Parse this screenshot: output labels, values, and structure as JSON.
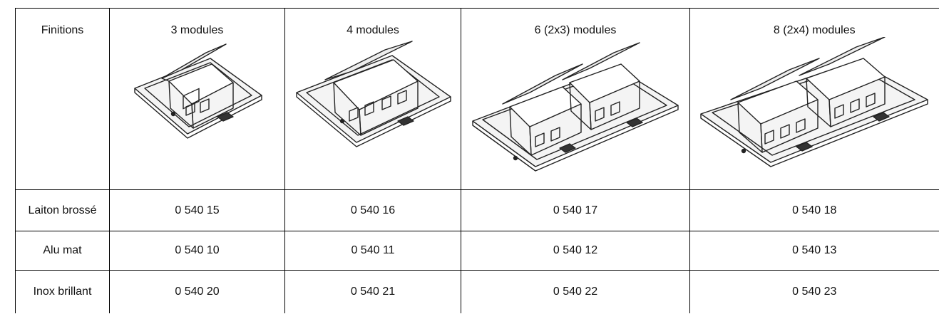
{
  "table": {
    "corner_label": "Finitions",
    "columns": [
      "3 modules",
      "4 modules",
      "6 (2x3) modules",
      "8 (2x4) modules"
    ],
    "product_images": [
      "pop-up-box-3-modules-icon",
      "pop-up-box-4-modules-icon",
      "pop-up-box-6-modules-icon",
      "pop-up-box-8-modules-icon"
    ],
    "rows": [
      {
        "finish": "Laiton brossé",
        "refs": [
          "0 540 15",
          "0 540 16",
          "0 540 17",
          "0 540 18"
        ]
      },
      {
        "finish": "Alu mat",
        "refs": [
          "0 540 10",
          "0 540 11",
          "0 540 12",
          "0 540 13"
        ]
      },
      {
        "finish": "Inox brillant",
        "refs": [
          "0 540 20",
          "0 540 21",
          "0 540 22",
          "0 540 23"
        ]
      }
    ]
  }
}
